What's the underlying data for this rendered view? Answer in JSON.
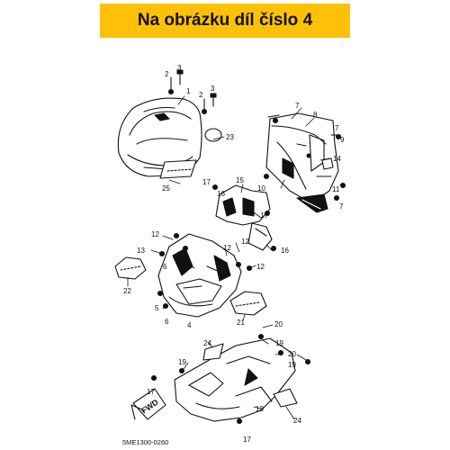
{
  "header": {
    "title": "Na obrázku díl číslo 4"
  },
  "diagram": {
    "code": "5ME1300-0260",
    "fwd_label": "FWD",
    "labels": [
      "1",
      "2",
      "3",
      "2",
      "3",
      "23",
      "25",
      "7",
      "8",
      "7",
      "9",
      "14",
      "10",
      "11",
      "7",
      "17",
      "15",
      "16",
      "17",
      "12",
      "13",
      "12",
      "16",
      "22",
      "6",
      "4",
      "12",
      "12",
      "5",
      "6",
      "21",
      "20",
      "24",
      "19",
      "19",
      "20",
      "19",
      "17",
      "18",
      "24",
      "17"
    ],
    "colors": {
      "banner": "#ffc107",
      "ink": "#111111"
    }
  }
}
